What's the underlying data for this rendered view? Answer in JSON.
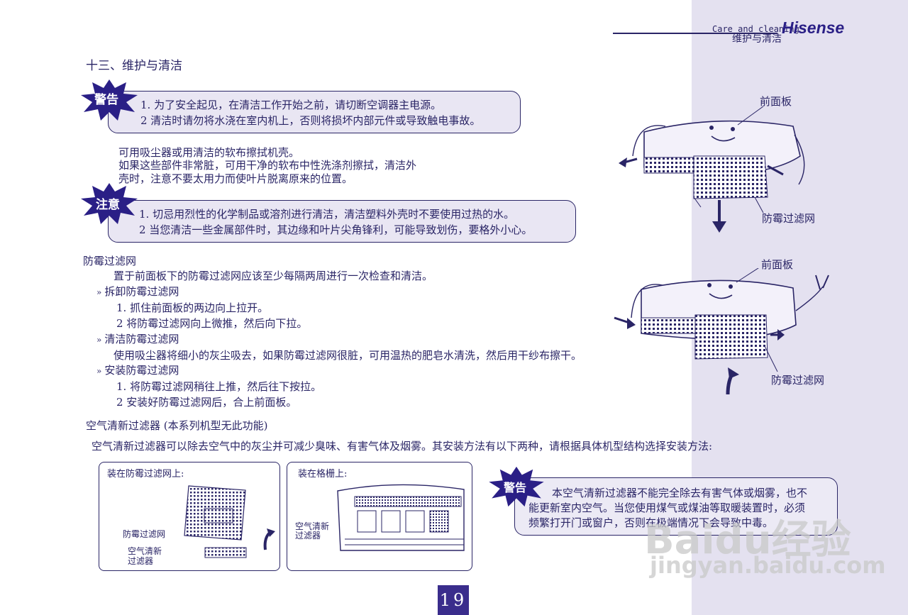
{
  "header": {
    "brand": "Hisense",
    "section_en": "Care and cleaning",
    "section_cn": "维护与清洁"
  },
  "title": "十三、维护与清洁",
  "warning1": {
    "badge": "警告",
    "items": [
      "1.  为了安全起见，在清洁工作开始之前，请切断空调器主电源。",
      "2   清洁时请勿将水浇在室内机上，否则将损坏内部元件或导致触电事故。"
    ]
  },
  "body_lines": [
    "可用吸尘器或用清洁的软布擦拭机壳。",
    "如果这些部件非常脏，可用干净的软布中性洗涤剂擦拭，清洁外",
    "壳时，注意不要太用力而使叶片脱离原来的位置。"
  ],
  "caution": {
    "badge": "注意",
    "items": [
      "1.  切忌用烈性的化学制品或溶剂进行清洁，清洁塑料外壳时不要使用过热的水。",
      "2   当您清洁一些金属部件时，其边缘和叶片尖角锋利，可能导致划伤，要格外小心。"
    ]
  },
  "filter_section": {
    "heading": "防霉过滤网",
    "intro": "置于前面板下的防霉过滤网应该至少每隔两周进行一次检查和清洁。",
    "remove_title": "拆卸防霉过滤网",
    "remove_steps": [
      "1.  抓住前面板的两边向上拉开。",
      "2  将防霉过滤网向上微推，然后向下拉。"
    ],
    "clean_title": "清洁防霉过滤网",
    "clean_text": "使用吸尘器将细小的灰尘吸去，如果防霉过滤网很脏，可用温热的肥皂水清洗，然后用干纱布擦干。",
    "install_title": "安装防霉过滤网",
    "install_steps": [
      "1.  将防霉过滤网稍往上推，然后往下按拉。",
      "2  安装好防霉过滤网后，合上前面板。"
    ]
  },
  "air_filter": {
    "heading": "空气清新过滤器 (本系列机型无此功能)",
    "text": "空气清新过滤器可以除去空气中的灰尘并可减少臭味、有害气体及烟雾。其安装方法有以下两种，请根据具体机型结构选择安装方法:"
  },
  "panel1": {
    "title": "装在防霉过滤网上:",
    "label_filter": "防霉过滤网",
    "label_air1": "空气清新",
    "label_air2": "过滤器"
  },
  "panel2": {
    "title": "装在格栅上:",
    "label_air1": "空气清新",
    "label_air2": "过滤器"
  },
  "warning2": {
    "badge": "警告",
    "lines": [
      "本空气清新过滤器不能完全除去有害气体或烟雾，也不",
      "能更新室内空气。当您使用煤气或煤油等取暖装置时，必须",
      "频繁打开门或窗户，否则在极端情况下会导致中毒。"
    ]
  },
  "illustration": {
    "label_front_panel": "前面板",
    "label_filter": "防霉过滤网"
  },
  "page_number": "19",
  "watermark": {
    "brand": "Baidu经验",
    "url": "jingyan.baidu.com"
  },
  "colors": {
    "ink": "#2a2566",
    "sidebar": "#e4e1f0",
    "pill": "#e9e6f3",
    "badge": "#2a1f86",
    "page_tab": "#3a2d8c"
  }
}
